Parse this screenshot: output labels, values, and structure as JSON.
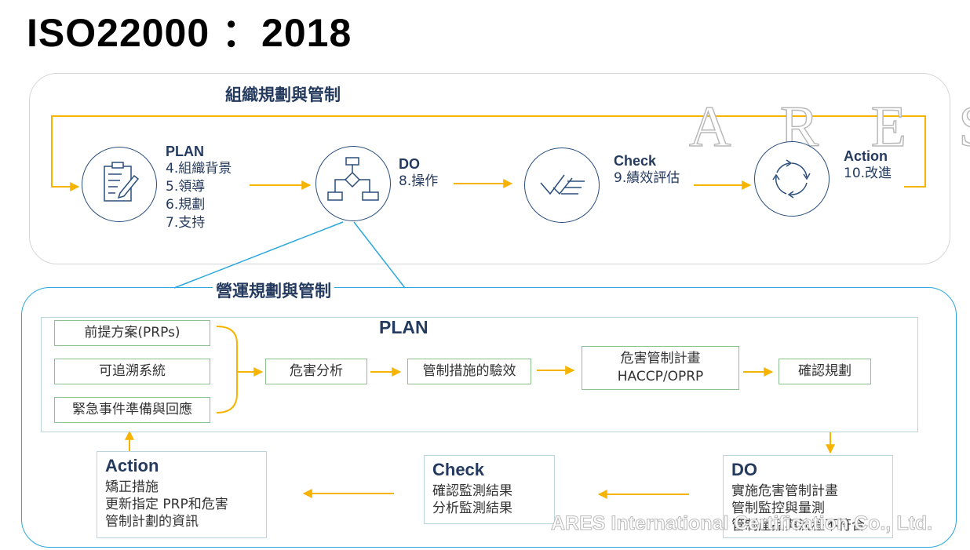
{
  "title": "ISO22000 ：2018",
  "watermark": "A R E S",
  "watermark_company": "ARES International Certification Co., Ltd.",
  "top_section": {
    "heading": "組織規劃與管制",
    "phases": [
      {
        "title": "PLAN",
        "lines": [
          "4.組織背景",
          "5.領導",
          "6.規劃",
          "7.支持"
        ]
      },
      {
        "title": "DO",
        "lines": [
          "8.操作"
        ]
      },
      {
        "title": "Check",
        "lines": [
          "9.績效評估"
        ]
      },
      {
        "title": "Action",
        "lines": [
          "10.改進"
        ]
      }
    ]
  },
  "bottom_section": {
    "heading": "營運規劃與管制",
    "plan_title": "PLAN",
    "inputs": [
      "前提方案(PRPs)",
      "可追溯系統",
      "緊急事件準備與回應"
    ],
    "flow": [
      "危害分析",
      "管制措施的驗效",
      "危害管制計畫\nHACCP/OPRP",
      "確認規劃"
    ],
    "do": {
      "title": "DO",
      "lines": [
        "實施危害管制計畫",
        "管制監控與量測",
        "管制產品與流程不符合"
      ]
    },
    "check": {
      "title": "Check",
      "lines": [
        "確認監測結果",
        "分析監測結果"
      ]
    },
    "action": {
      "title": "Action",
      "lines": [
        "矯正措施",
        "更新指定 PRP和危害",
        "管制計劃的資訊"
      ]
    }
  },
  "colors": {
    "arrow": "#f6b400",
    "text": "#243a5e",
    "accent": "#2aa7dc",
    "box_border": "#8ebf8e"
  }
}
